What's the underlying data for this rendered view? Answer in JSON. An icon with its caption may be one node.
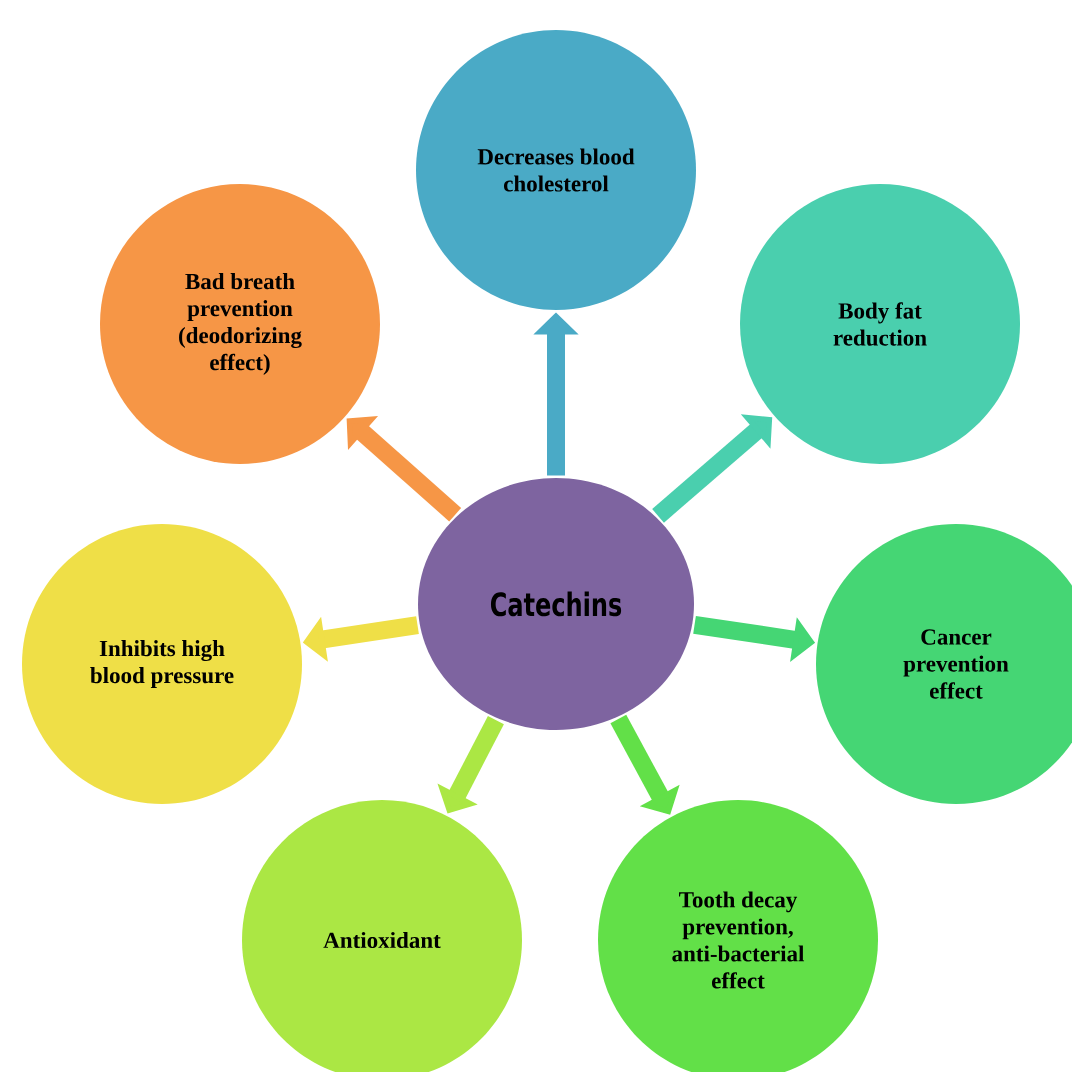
{
  "diagram": {
    "nodes": [
      {
        "text": [
          "Decreases blood cholesterol"
        ]
      },
      {
        "text": [
          "Bad breath prevention (deodorizing effect)"
        ]
      },
      {
        "text": [
          "Body fat reduction"
        ]
      },
      {
        "text": [
          "Catechins"
        ]
      },
      {
        "text": [
          "Inhibits high blood pressure"
        ]
      },
      {
        "text": [
          "Cancer prevention effect"
        ]
      },
      {
        "text": [
          "Antioxidant"
        ]
      },
      {
        "text": [
          "Tooth decay prevention, anti-bacterial effect"
        ]
      }
    ],
    "edges": [
      {
        "from": 3,
        "to": 0,
        "arrow": "to",
        "color": "#4aaac6"
      },
      {
        "from": 3,
        "to": 1,
        "arrow": "to",
        "color": "#f69646"
      },
      {
        "from": 3,
        "to": 2,
        "arrow": "to",
        "color": "#4acfae"
      },
      {
        "from": 3,
        "to": 4,
        "arrow": "to",
        "color": "#efdf47"
      },
      {
        "from": 3,
        "to": 5,
        "arrow": "to",
        "color": "#45d674"
      },
      {
        "from": 3,
        "to": 6,
        "arrow": "to",
        "color": "#abe744"
      },
      {
        "from": 3,
        "to": 7,
        "arrow": "to",
        "color": "#62e048"
      }
    ]
  }
}
